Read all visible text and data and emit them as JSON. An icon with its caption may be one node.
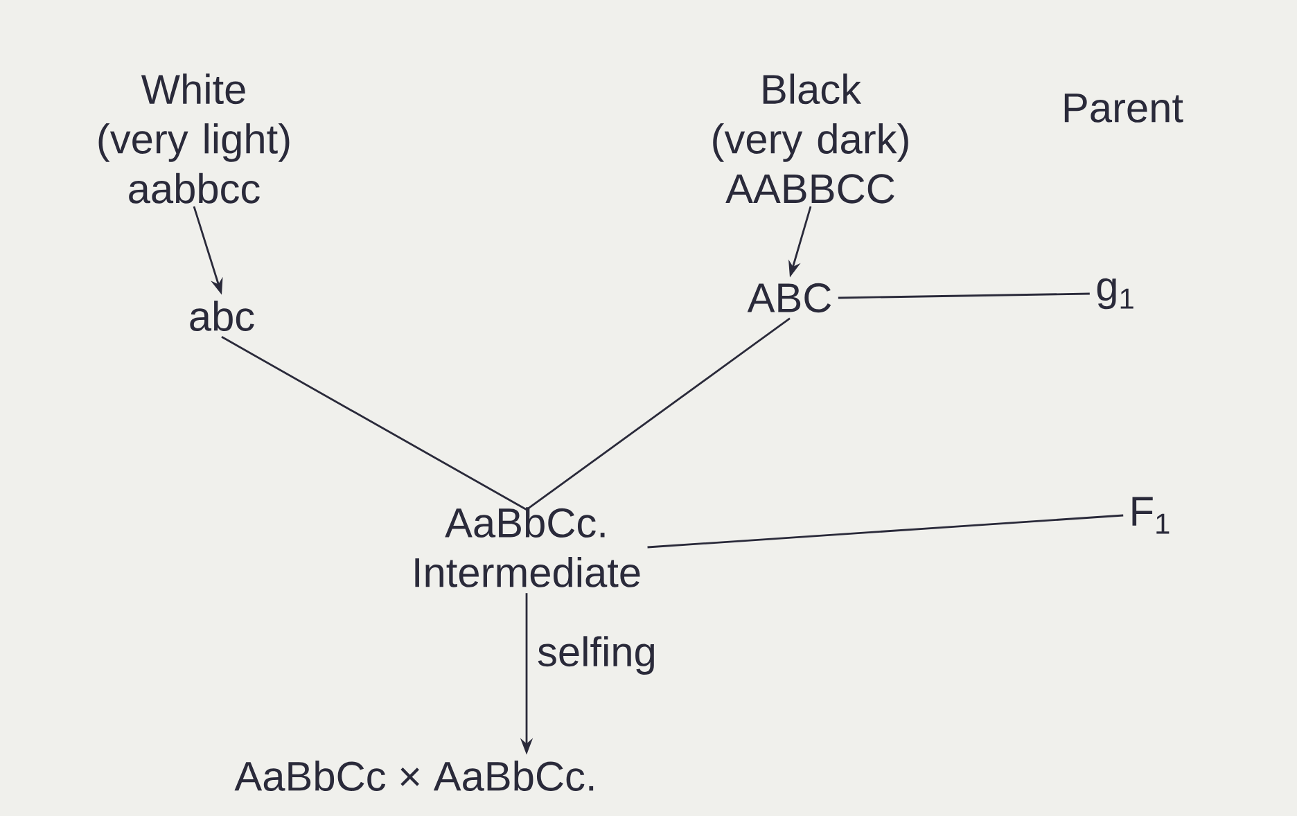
{
  "diagram": {
    "nodes": [
      {
        "text": [
          "White (very light)",
          "aabbcc"
        ]
      },
      {
        "text": [
          "Black (very dark)",
          "AABBCC"
        ]
      },
      {
        "text": [
          "abc"
        ]
      },
      {
        "text": [
          "ABC"
        ]
      },
      {
        "text": [
          "AaBbCc.",
          "Intermediate"
        ]
      },
      {
        "text": [
          "AaBbCc × AaBbCc."
        ]
      },
      {
        "text": [
          "g$_{1}$"
        ]
      },
      {
        "text": [
          "F$_{1}$"
        ]
      }
    ],
    "edges": [
      {
        "from": 0,
        "to": 2,
        "arrow": "to"
      },
      {
        "from": 1,
        "to": 3,
        "arrow": "to"
      },
      {
        "from": 2,
        "to": 4,
        "arrow": "none"
      },
      {
        "from": 3,
        "to": 4,
        "arrow": "none"
      },
      {
        "from": 4,
        "to": 5,
        "arrow": "to",
        "label": "selfing"
      },
      {
        "from": 6,
        "to": 3,
        "arrow": "none"
      },
      {
        "from": 7,
        "to": 4,
        "arrow": "none"
      }
    ],
    "labels": [
      "Parent"
    ]
  }
}
